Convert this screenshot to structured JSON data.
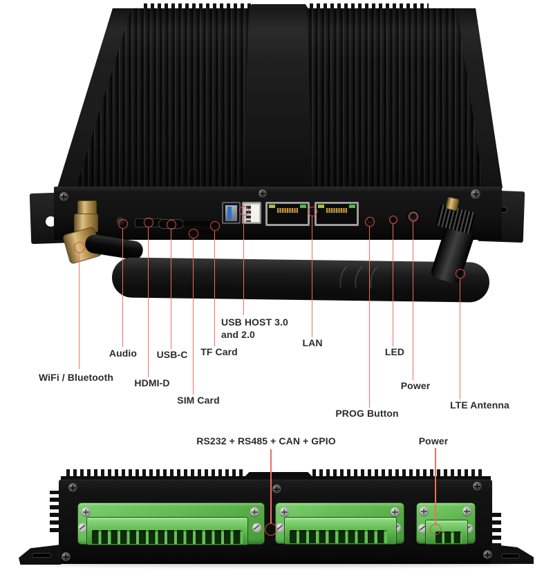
{
  "colors": {
    "callout_red": "#e04a3c",
    "callout_line": "#ef6e62",
    "label_text": "#2b2b2b",
    "terminal_green": "#63bd55",
    "usb_blue": "#2f71c8",
    "antenna_gold": "#c9a35f",
    "lan_led_green": "#4db848",
    "device_black": "#141414"
  },
  "front_view": {
    "callouts": {
      "wifi_bluetooth": {
        "label": "WiFi / Bluetooth",
        "target": "wifi-antenna-connector"
      },
      "audio": {
        "label": "Audio",
        "target": "audio-jack"
      },
      "hdmi_d": {
        "label": "HDMI-D",
        "target": "micro-hdmi-port"
      },
      "usb_c": {
        "label": "USB-C",
        "target": "usb-c-port"
      },
      "sim_card": {
        "label": "SIM Card",
        "target": "sim-card-slot"
      },
      "tf_card": {
        "label": "TF Card",
        "target": "tf-card-slot"
      },
      "usb_host": {
        "label": "USB HOST 3.0 and 2.0",
        "target": "usb-a-ports"
      },
      "lan": {
        "label": "LAN",
        "target": "ethernet-ports"
      },
      "prog_button": {
        "label": "PROG Button",
        "target": "prog-button"
      },
      "led": {
        "label": "LED",
        "target": "status-led"
      },
      "power": {
        "label": "Power",
        "target": "dc-power-jack"
      },
      "lte_antenna": {
        "label": "LTE Antenna",
        "target": "lte-antenna"
      }
    }
  },
  "rear_view": {
    "callouts": {
      "io_terminal": {
        "label": "RS232 + RS485 + CAN + GPIO",
        "target": "io-terminal-blocks"
      },
      "power": {
        "label": "Power",
        "target": "power-terminal-block"
      }
    },
    "terminal_blocks": [
      {
        "name": "io-terminal-block-1",
        "pins": 16
      },
      {
        "name": "io-terminal-block-2",
        "pins": 10
      },
      {
        "name": "power-terminal-block",
        "pins": 3
      }
    ]
  }
}
